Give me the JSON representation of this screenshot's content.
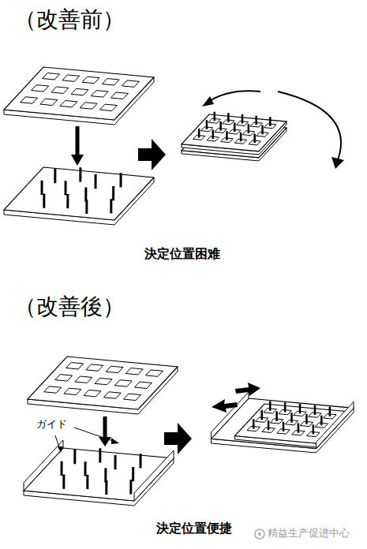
{
  "diagram": {
    "labels": [
      "（改善前）",
      "決定位置困难",
      "（改善後）",
      "ガイド",
      "決定位置便捷",
      "精益生产促进中心"
    ]
  }
}
